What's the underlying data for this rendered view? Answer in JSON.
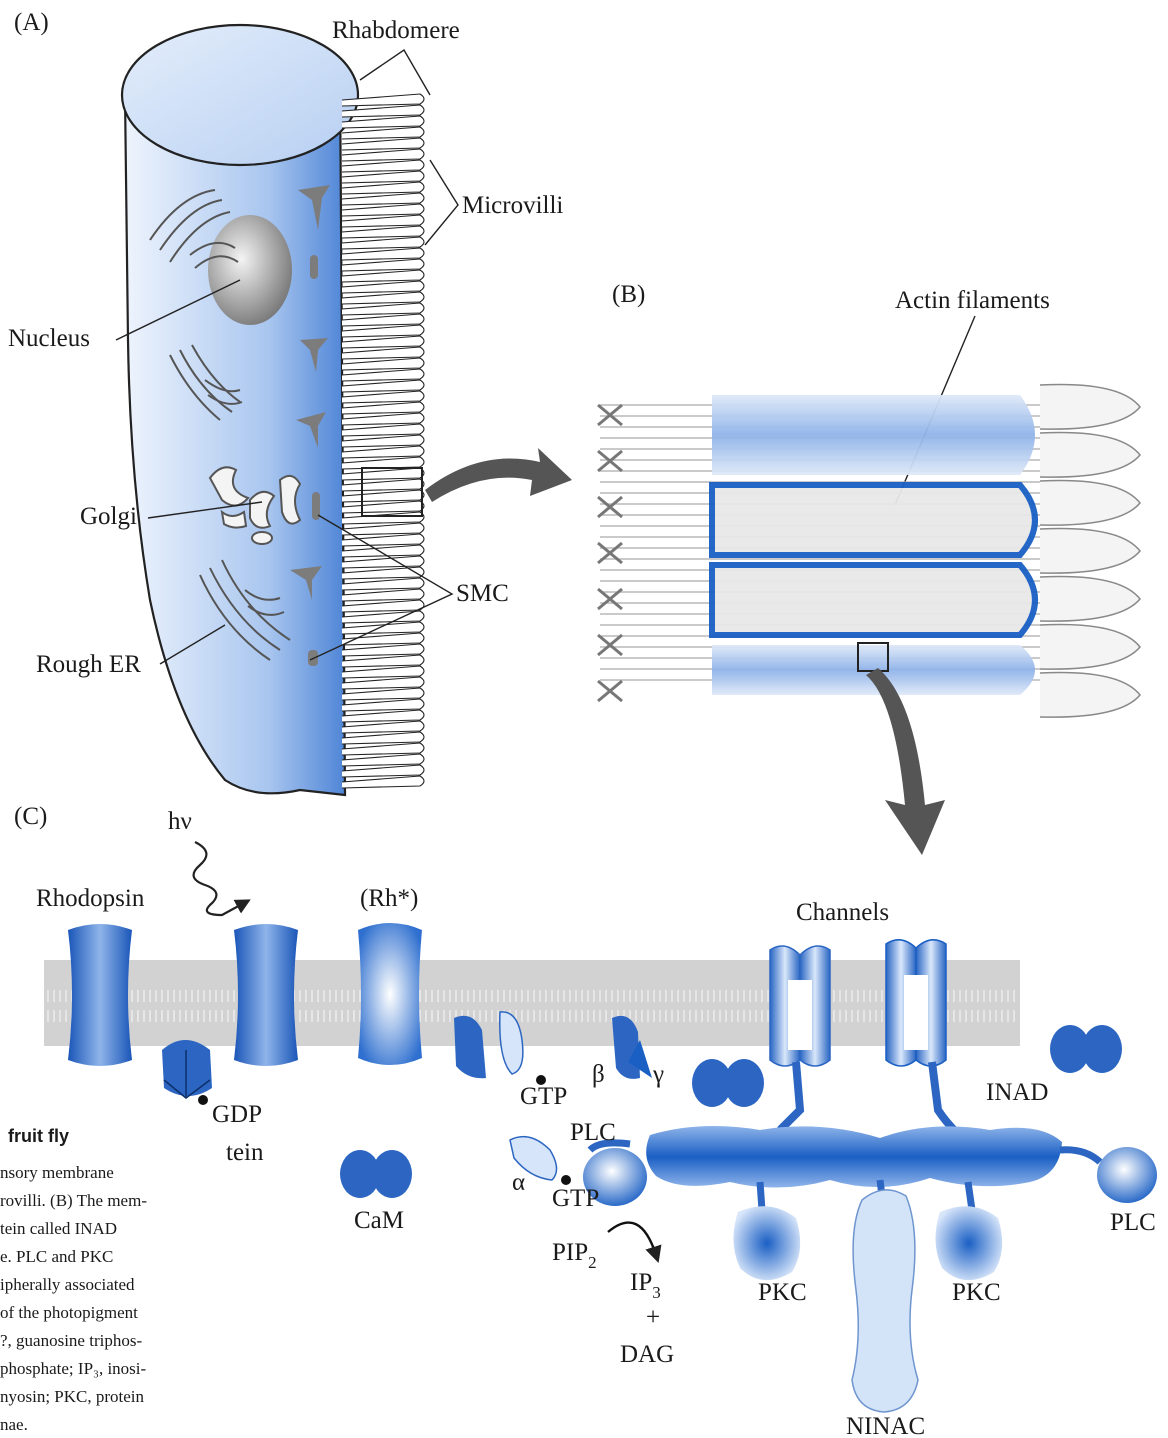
{
  "panels": {
    "a": "(A)",
    "b": "(B)",
    "c": "(C)"
  },
  "labels": {
    "rhabdomere": "Rhabdomere",
    "microvilli": "Microvilli",
    "nucleus": "Nucleus",
    "golgi": "Golgi",
    "smc": "SMC",
    "rough_er": "Rough ER",
    "actin_filaments": "Actin filaments",
    "hv": "hν",
    "rhodopsin": "Rhodopsin",
    "rh_star": "(Rh*)",
    "channels": "Channels",
    "gdp": "GDP",
    "tein": "tein",
    "gtp_1": "GTP",
    "beta": "β",
    "gamma": "γ",
    "inad": "INAD",
    "cam": "CaM",
    "plc_1": "PLC",
    "alpha": "α",
    "gtp_2": "GTP",
    "pip2_main": "PIP",
    "pip2_sub": "2",
    "ip3_main": "IP",
    "ip3_sub": "3",
    "plus": "+",
    "dag": "DAG",
    "pkc_1": "PKC",
    "pkc_2": "PKC",
    "plc_2": "PLC",
    "ninac": "NINAC"
  },
  "caption": {
    "title": "fruit fly",
    "lines": [
      "nsory membrane",
      "rovilli. (B) The mem-",
      "tein called INAD",
      "e. PLC and PKC",
      "ipherally associated",
      "of the photopigment",
      "?, guanosine triphos-",
      "phosphate; IP₃, inosi-",
      "nyosin; PKC, protein",
      "nae."
    ]
  },
  "colors": {
    "blue_dark": "#1a5fc4",
    "blue_mid": "#5a8fd8",
    "blue_light": "#cfe0f7",
    "membrane_gray": "#c9c9c9",
    "arrow_gray": "#555555"
  }
}
